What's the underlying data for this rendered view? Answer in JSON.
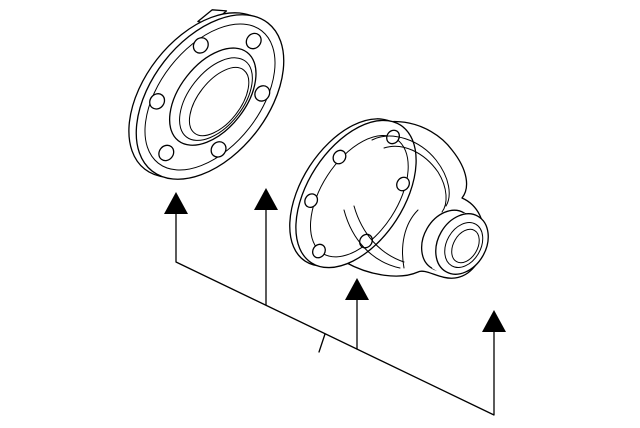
{
  "diagram": {
    "kind": "exploded-parts-illustration",
    "parts": [
      {
        "name": "flange-plate",
        "bolt_holes": 6
      },
      {
        "name": "drive-flange-boot",
        "bolt_holes": 6
      }
    ],
    "callout_arrows": 4,
    "line_color": "#000000",
    "background": "#ffffff"
  }
}
